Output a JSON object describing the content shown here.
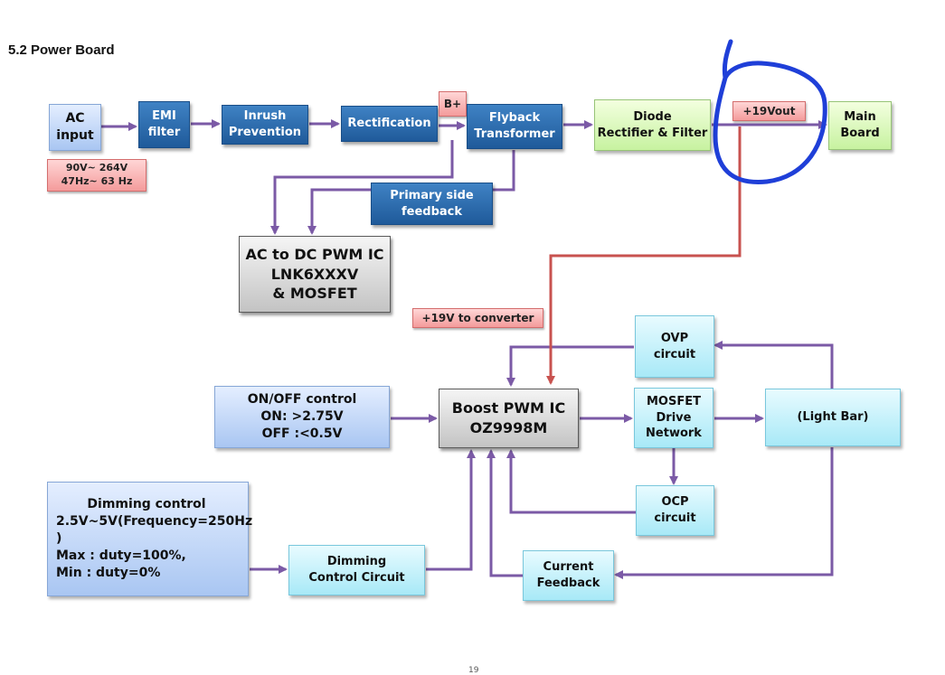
{
  "heading": "5.2 Power Board",
  "page_number": "19",
  "blocks": {
    "ac_input": [
      "AC",
      "input"
    ],
    "ac_spec": [
      "90V~ 264V",
      "47Hz~ 63 Hz"
    ],
    "emi_filter": [
      "EMI",
      "filter"
    ],
    "inrush": [
      "Inrush",
      "Prevention"
    ],
    "rectification": [
      "Rectification"
    ],
    "b_plus": "B+",
    "flyback": [
      "Flyback",
      "Transformer"
    ],
    "diode": [
      "Diode",
      "Rectifier & Filter"
    ],
    "vout": "+19Vout",
    "main_board": [
      "Main",
      "Board"
    ],
    "feedback": [
      "Primary side",
      "feedback"
    ],
    "pwm_ic": [
      "AC to DC PWM IC",
      "LNK6XXXV",
      "& MOSFET"
    ],
    "to_converter": "+19V to converter",
    "ovp": [
      "OVP",
      "circuit"
    ],
    "onoff": [
      "ON/OFF control",
      "ON: >2.75V",
      "OFF :<0.5V"
    ],
    "boost": [
      "Boost PWM IC",
      "OZ9998M"
    ],
    "mosfet": [
      "MOSFET",
      "Drive",
      "Network"
    ],
    "lightbar": [
      "(Light Bar)"
    ],
    "ocp": [
      "OCP",
      "circuit"
    ],
    "dimming": [
      "Dimming control",
      "2.5V~5V(Frequency=250Hz )",
      "Max : duty=100%,",
      "Min : duty=0%"
    ],
    "dim_circuit": [
      "Dimming",
      "Control Circuit"
    ],
    "current_fb": [
      "Current",
      "Feedback"
    ]
  },
  "colors": {
    "flow_arrow": "#7b5aa6",
    "power_line": "#c8524f",
    "annotation": "#1f3fd8"
  }
}
